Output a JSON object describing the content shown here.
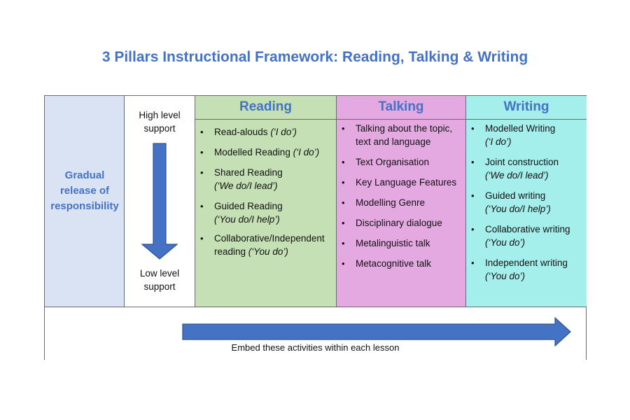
{
  "title": "3 Pillars Instructional Framework: Reading, Talking & Writing",
  "gradual": {
    "lines": [
      "Gradual",
      "release of",
      "responsibility"
    ]
  },
  "support": {
    "top": [
      "High level",
      "support"
    ],
    "bottom": [
      "Low level",
      "support"
    ]
  },
  "columns": {
    "reading": {
      "header": "Reading",
      "items": [
        {
          "lines": [
            [
              "Read-alouds ",
              "(‘I do’)"
            ]
          ]
        },
        {
          "lines": [
            [
              "Modelled Reading ",
              "(‘I do’)"
            ]
          ]
        },
        {
          "lines": [
            [
              "Shared Reading",
              ""
            ],
            [
              "",
              "(‘We do/I lead’)"
            ]
          ]
        },
        {
          "lines": [
            [
              "Guided Reading",
              ""
            ],
            [
              "",
              "(‘You do/I help’)"
            ]
          ]
        },
        {
          "lines": [
            [
              "Collaborative/Independent",
              ""
            ],
            [
              "reading ",
              "(‘You do’)"
            ]
          ]
        }
      ]
    },
    "talking": {
      "header": "Talking",
      "items": [
        {
          "lines": [
            [
              "Talking about the topic,",
              ""
            ],
            [
              "text and language",
              ""
            ]
          ]
        },
        {
          "lines": [
            [
              "Text Organisation",
              ""
            ]
          ]
        },
        {
          "lines": [
            [
              "Key Language Features",
              ""
            ]
          ]
        },
        {
          "lines": [
            [
              "Modelling Genre",
              ""
            ]
          ]
        },
        {
          "lines": [
            [
              "Disciplinary dialogue",
              ""
            ]
          ]
        },
        {
          "lines": [
            [
              "Metalinguistic talk",
              ""
            ]
          ]
        },
        {
          "lines": [
            [
              "Metacognitive talk",
              ""
            ]
          ]
        }
      ]
    },
    "writing": {
      "header": "Writing",
      "items": [
        {
          "lines": [
            [
              "Modelled Writing",
              ""
            ],
            [
              "",
              "(‘I do’)"
            ]
          ]
        },
        {
          "lines": [
            [
              "Joint construction",
              ""
            ],
            [
              "",
              "(‘We do/I lead’)"
            ]
          ]
        },
        {
          "lines": [
            [
              "Guided writing",
              ""
            ],
            [
              "",
              "(‘You do/I help’)"
            ]
          ]
        },
        {
          "lines": [
            [
              "Collaborative writing",
              ""
            ],
            [
              "",
              "(‘You do’)"
            ]
          ]
        },
        {
          "lines": [
            [
              "Independent writing",
              ""
            ],
            [
              "",
              "(‘You do’)"
            ]
          ]
        }
      ]
    }
  },
  "embed_text": "Embed these activities within each lesson",
  "colors": {
    "accent": "#4472c4",
    "arrow": "#4472c4",
    "arrow_border": "#2f528f",
    "gradual_bg": "#dae3f3",
    "reading_bg": "#c5e0b4",
    "talking_bg": "#e4a9e0",
    "writing_bg": "#a4eeec"
  }
}
